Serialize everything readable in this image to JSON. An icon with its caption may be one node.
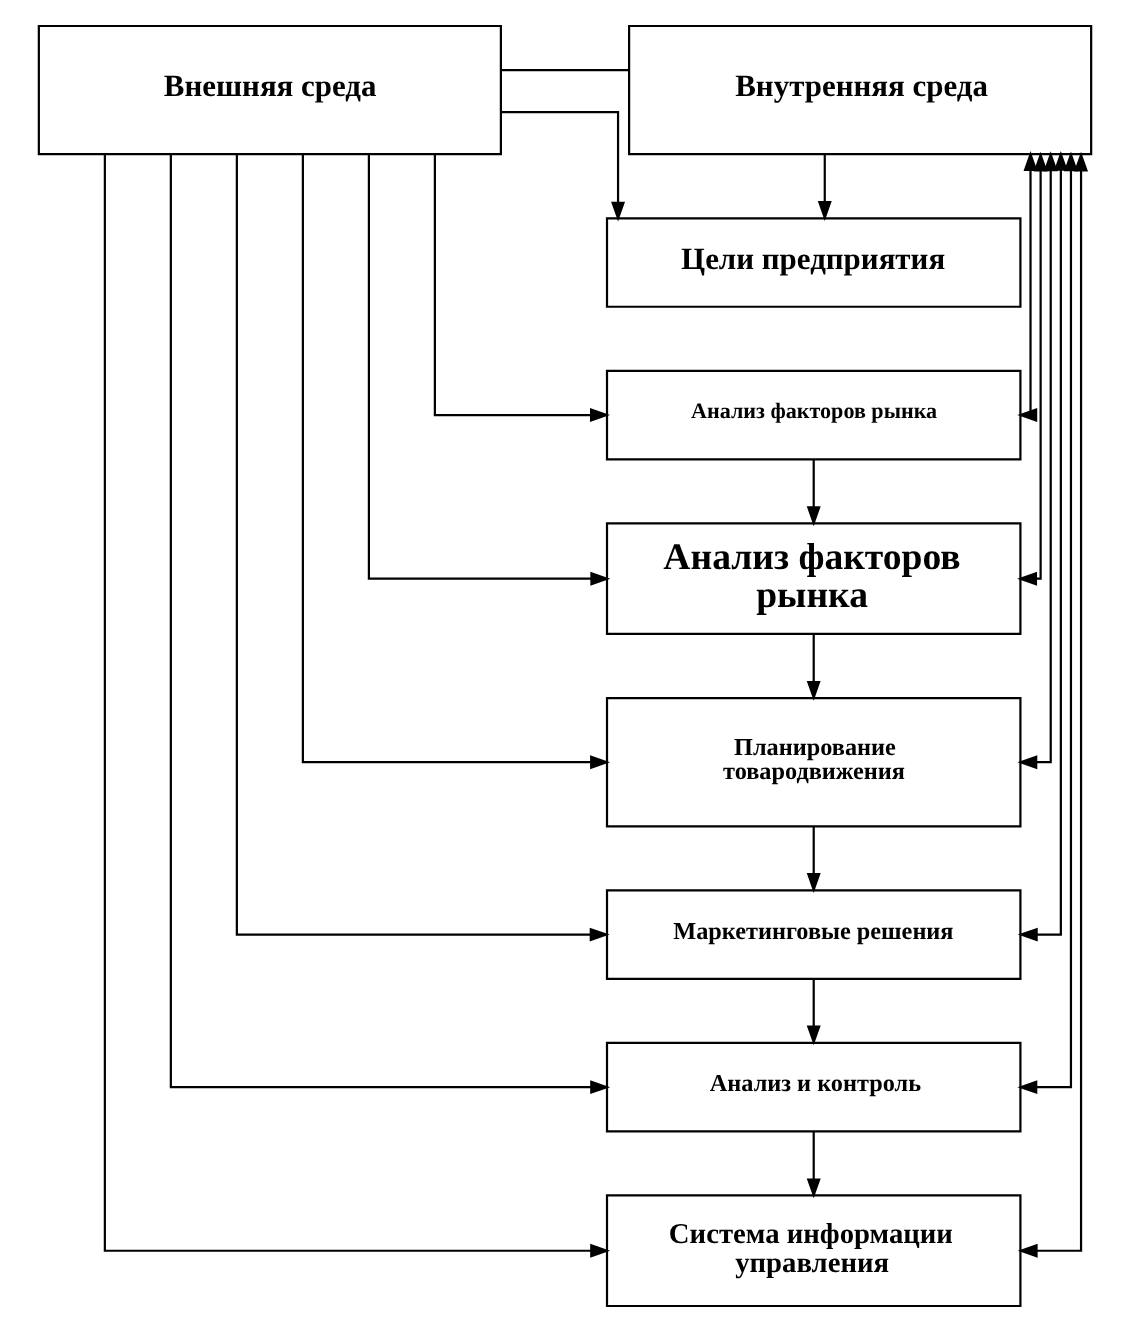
{
  "diagram": {
    "nodes": [
      {
        "text": [
          "Внешняя среда"
        ]
      },
      {
        "text": [
          "Внутренняя среда"
        ]
      },
      {
        "text": [
          "Цели предприятия"
        ]
      },
      {
        "text": [
          "Анализ факторов рынка"
        ]
      },
      {
        "text": [
          "Анализ факторов рынка"
        ]
      },
      {
        "text": [
          "Планирование товародвижения"
        ]
      },
      {
        "text": [
          "Маркетинговые решения"
        ]
      },
      {
        "text": [
          "Анализ и контроль"
        ]
      },
      {
        "text": [
          "Система информации управления"
        ]
      }
    ],
    "edges": [
      {
        "from": 0,
        "to": 1,
        "arrow": "none"
      },
      {
        "from": 0,
        "to": 2,
        "arrow": "to"
      },
      {
        "from": 1,
        "to": 2,
        "arrow": "to"
      },
      {
        "from": 0,
        "to": 3,
        "arrow": "to"
      },
      {
        "from": 0,
        "to": 4,
        "arrow": "to"
      },
      {
        "from": 0,
        "to": 5,
        "arrow": "to"
      },
      {
        "from": 0,
        "to": 6,
        "arrow": "to"
      },
      {
        "from": 0,
        "to": 7,
        "arrow": "to"
      },
      {
        "from": 0,
        "to": 8,
        "arrow": "to"
      },
      {
        "from": 3,
        "to": 4,
        "arrow": "to"
      },
      {
        "from": 4,
        "to": 5,
        "arrow": "to"
      },
      {
        "from": 5,
        "to": 6,
        "arrow": "to"
      },
      {
        "from": 6,
        "to": 7,
        "arrow": "to"
      },
      {
        "from": 7,
        "to": 8,
        "arrow": "to"
      },
      {
        "from": 3,
        "to": 1,
        "arrow": "both"
      },
      {
        "from": 4,
        "to": 1,
        "arrow": "both"
      },
      {
        "from": 5,
        "to": 1,
        "arrow": "both"
      },
      {
        "from": 6,
        "to": 1,
        "arrow": "both"
      },
      {
        "from": 7,
        "to": 1,
        "arrow": "both"
      },
      {
        "from": 8,
        "to": 1,
        "arrow": "both"
      }
    ]
  }
}
